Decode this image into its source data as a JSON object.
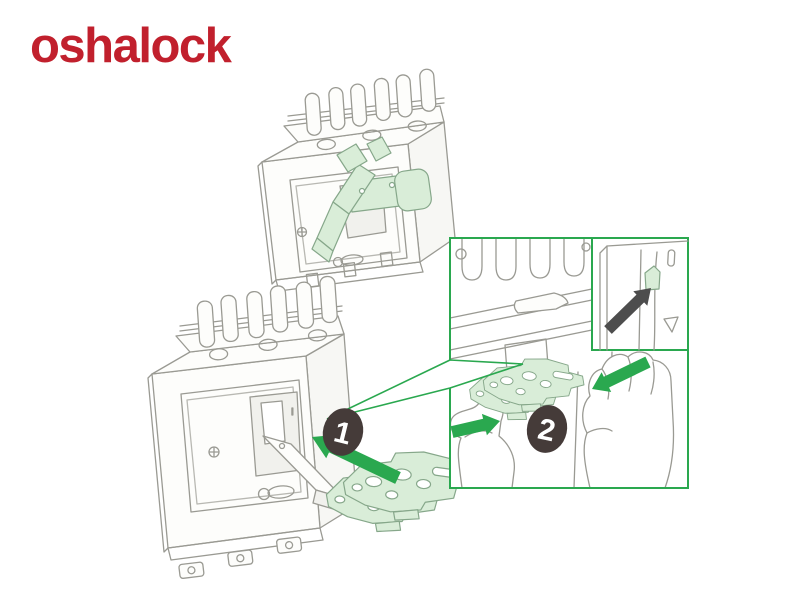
{
  "page": {
    "background": "#ffffff"
  },
  "logo": {
    "text": "oshalock",
    "color": "#c1202d"
  },
  "colors": {
    "accent_green": "#2aa84f",
    "light_green": "#d9edd8",
    "green_outline": "#86a78a",
    "line_art": "#9a9a93",
    "badge_fill": "#453b39",
    "badge_text": "#ffffff",
    "black_arrow": "#4d4d4d"
  },
  "steps": [
    {
      "number": "1"
    },
    {
      "number": "2"
    }
  ],
  "markers": {
    "on_symbol": "I"
  }
}
